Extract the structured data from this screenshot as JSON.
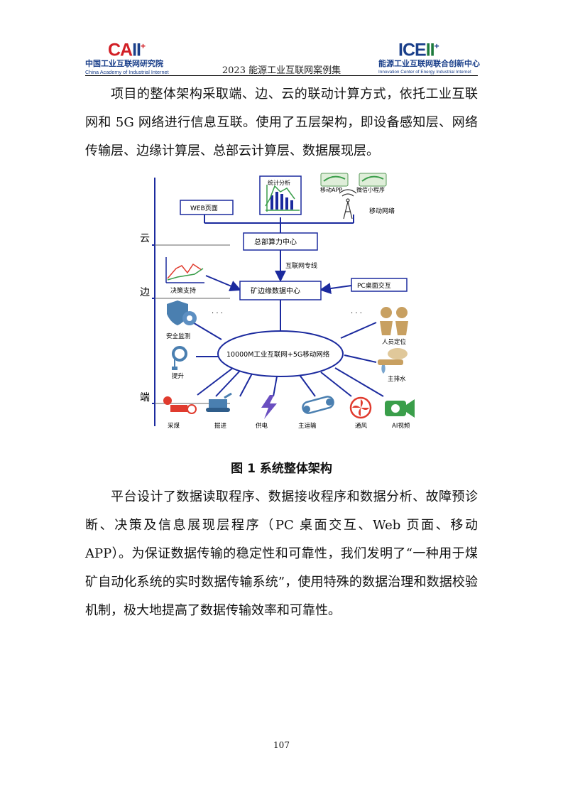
{
  "header": {
    "left_logo_mark": "CA",
    "left_logo_mark2": "II",
    "left_logo_cn": "中国工业互联网研究院",
    "left_logo_en": "China Academy of Industrial Internet",
    "title": "2023 能源工业互联网案例集",
    "right_logo_mark": "ICE",
    "right_logo_mark2": "II",
    "right_logo_cn": "能源工业互联网联合创新中心",
    "right_logo_en": "Innovation Center of Energy Industrial Internet"
  },
  "paragraph1": "项目的整体架构采取端、边、云的联动计算方式，依托工业互联网和 5G 网络进行信息互联。使用了五层架构，即设备感知层、网络传输层、边缘计算层、总部云计算层、数据展现层。",
  "figure": {
    "layer_cloud": "云",
    "layer_edge": "边",
    "layer_end": "端",
    "stats": "统计分析",
    "mobile_app": "移动APP",
    "wechat": "微信小程序",
    "mobile_network": "移动网络",
    "web_page": "WEB页面",
    "hq_center": "总部算力中心",
    "dedicated_line": "互联网专线",
    "decision": "决策支持",
    "edge_center": "矿边缘数据中心",
    "pc_desktop": "PC桌面交互",
    "hub": "10000M工业互联网+5G移动网络",
    "dots": "· · ·",
    "security": "安全监测",
    "hoist": "提升",
    "personnel": "人员定位",
    "drainage": "主排水",
    "mining": "采煤",
    "tunneling": "掘进",
    "power": "供电",
    "transport": "主运输",
    "ventilation": "通风",
    "ai_video": "AI视频"
  },
  "caption": "图 1  系统整体架构",
  "paragraph2": "平台设计了数据读取程序、数据接收程序和数据分析、故障预诊断、决策及信息展现层程序（PC 桌面交互、Web 页面、移动 APP）。为保证数据传输的稳定性和可靠性，我们发明了“一种用于煤矿自动化系统的实时数据传输系统”，使用特殊的数据治理和数据校验机制，极大地提高了数据传输效率和可靠性。",
  "page_number": "107",
  "colors": {
    "line": "#1b2a9e",
    "brand_blue": "#1a3f8a",
    "brand_red": "#d21f26",
    "icon_blue": "#4a7fb0",
    "icon_tan": "#c8a061",
    "icon_red": "#e03b2e",
    "icon_green": "#3a9e4a"
  }
}
